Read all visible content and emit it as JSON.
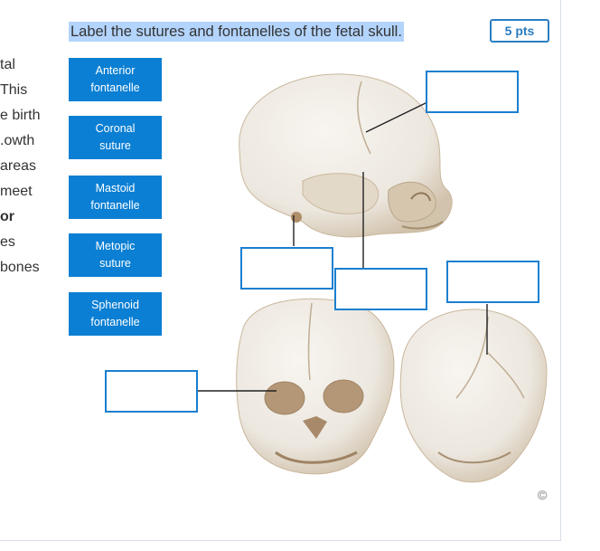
{
  "question": {
    "prompt": "Label the sutures and fontanelles of the fetal skull.",
    "points": "5 pts"
  },
  "side_text": [
    "tal",
    "This",
    "e birth",
    "owth.",
    "areas",
    "meet",
    "or",
    "es",
    "bones"
  ],
  "labels": [
    {
      "text": "Anterior\nfontanelle"
    },
    {
      "text": "Coronal\nsuture"
    },
    {
      "text": "Mastoid\nfontanelle"
    },
    {
      "text": "Metopic\nsuture"
    },
    {
      "text": "Sphenoid\nfontanelle"
    }
  ],
  "targets": [
    "1",
    "2",
    "3",
    "4",
    "5"
  ],
  "figure": {
    "copyright": "©",
    "colors": {
      "bone": "#ece7df",
      "bone_shadow": "#c9b79c",
      "target_border": "#1a7fd0",
      "handwriting": "#b3805e"
    }
  }
}
